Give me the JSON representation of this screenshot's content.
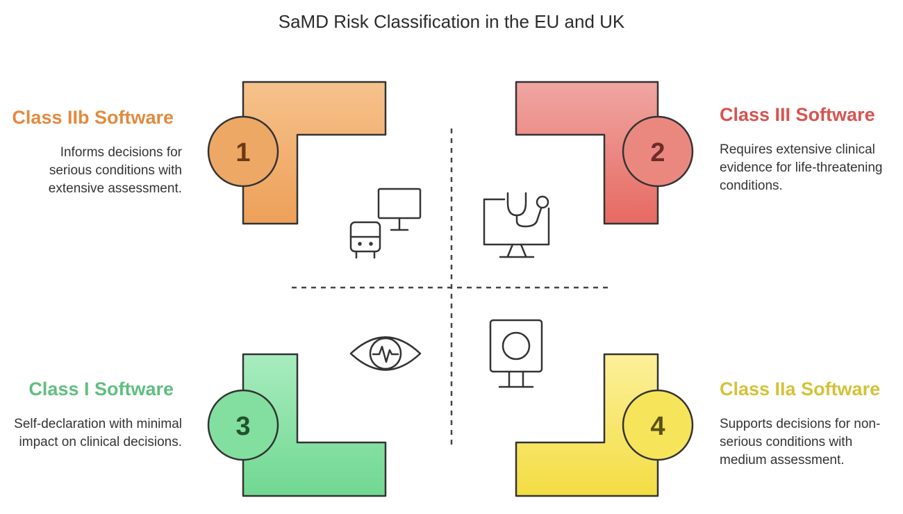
{
  "title": "SaMD Risk Classification in the EU and UK",
  "quadrants": [
    {
      "number": "1",
      "heading": "Class IIb Software",
      "description": "Informs decisions for serious conditions with extensive assessment.",
      "color": "#e28a3f",
      "fill_top": "#f6c28c",
      "fill_bottom": "#eda058",
      "icon": "computer-server-icon"
    },
    {
      "number": "2",
      "heading": "Class III Software",
      "description": "Requires extensive clinical evidence for life-threatening conditions.",
      "color": "#d9534f",
      "fill_top": "#f0a6a2",
      "fill_bottom": "#e66a62",
      "icon": "stethoscope-monitor-icon"
    },
    {
      "number": "3",
      "heading": "Class I Software",
      "description": "Self-declaration with minimal impact on clinical decisions.",
      "color": "#5fbf7f",
      "fill_top": "#a8ecbf",
      "fill_bottom": "#70d891",
      "icon": "eye-pulse-icon"
    },
    {
      "number": "4",
      "heading": "Class IIa Software",
      "description": "Supports decisions for non-serious conditions with medium assessment.",
      "color": "#d4c238",
      "fill_top": "#fcf09a",
      "fill_bottom": "#f3dd43",
      "icon": "medical-scanner-icon"
    }
  ]
}
